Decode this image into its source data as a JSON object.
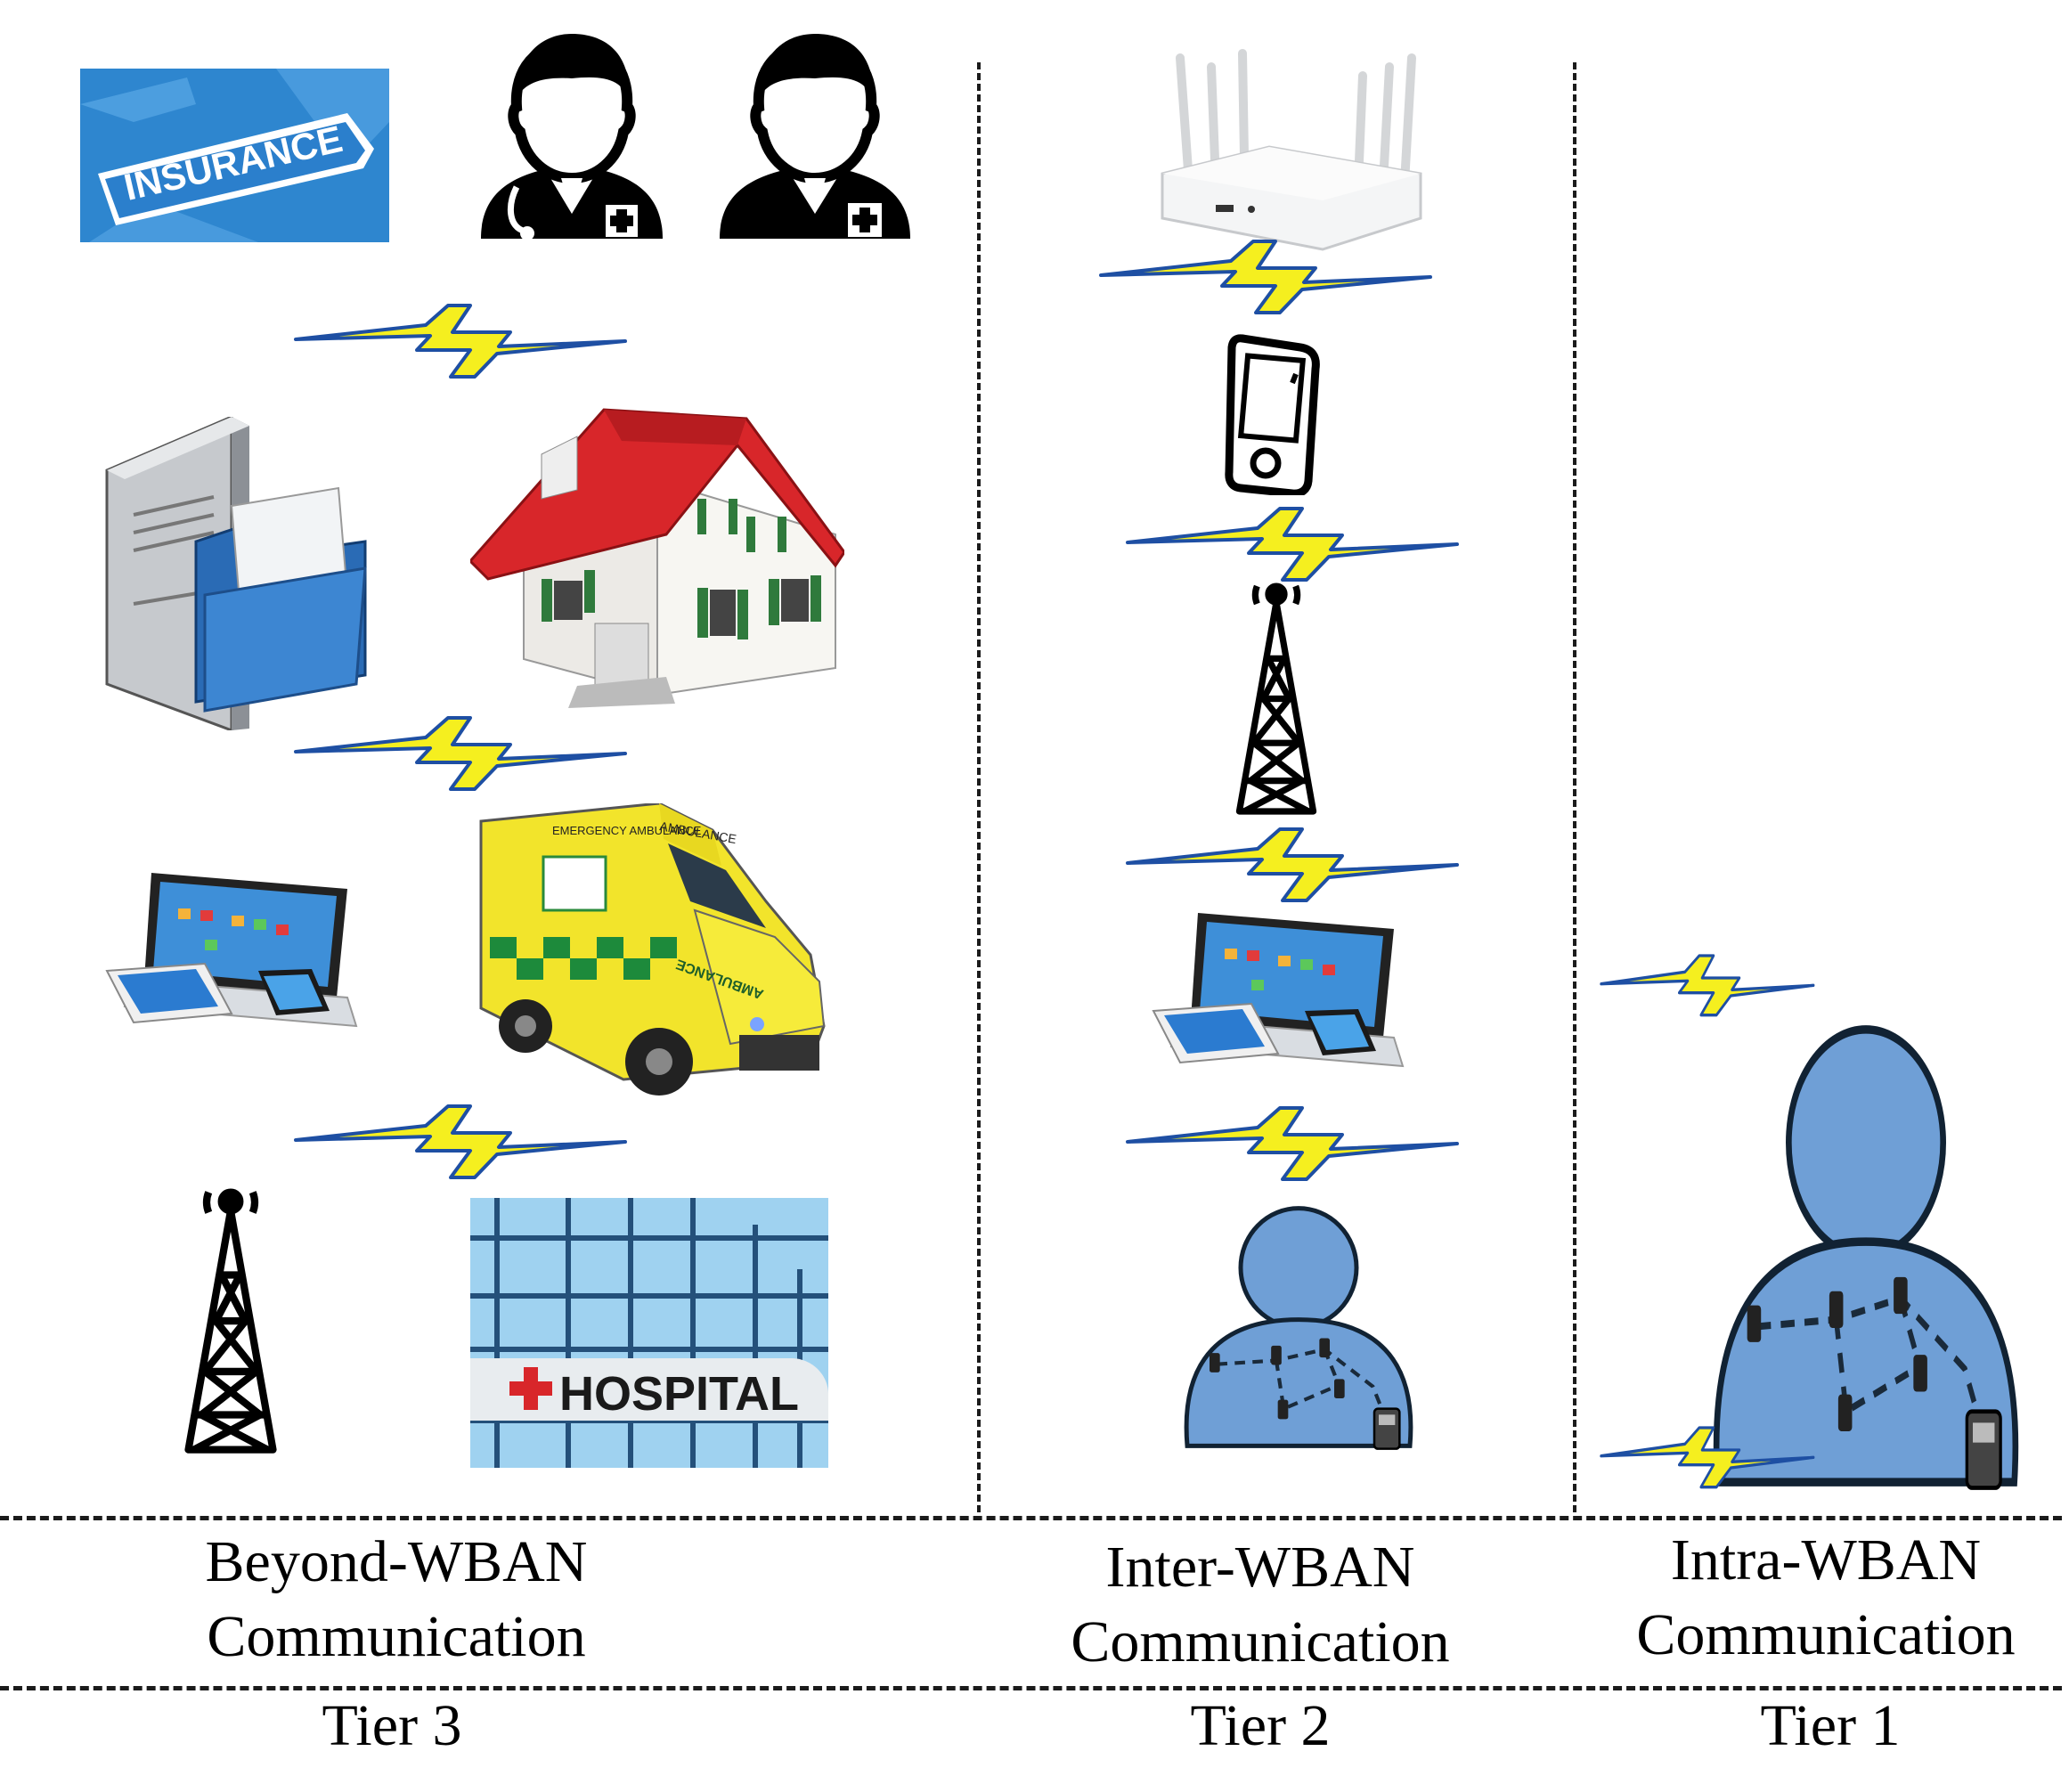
{
  "columns": [
    {
      "id": "tier3",
      "caption_line1": "Beyond-WBAN",
      "caption_line2": "Communication",
      "tier": "Tier 3"
    },
    {
      "id": "tier2",
      "caption_line1": "Inter-WBAN",
      "caption_line2": "Communication",
      "tier": "Tier 2"
    },
    {
      "id": "tier1",
      "caption_line1": "Intra-WBAN",
      "caption_line2": "Communication",
      "tier": "Tier 1"
    }
  ],
  "pictures": {
    "insurance_label": "INSURANCE",
    "hospital_label": "HOSPITAL",
    "ambulance_side_label": "EMERGENCY AMBULANCE",
    "ambulance_top_label": "AMBULANCE",
    "ambulance_hood_label": "AMBULANCE"
  },
  "icons": [
    "insurance-icon",
    "doctor-icon",
    "medical-staff-icon",
    "server-icon",
    "house-icon",
    "laptop-devices-icon",
    "ambulance-icon",
    "cell-tower-icon",
    "hospital-icon",
    "wifi-router-icon",
    "pda-icon",
    "wban-body-icon",
    "wireless-link-icon"
  ],
  "colors": {
    "link_yellow": "#f5ef1f",
    "link_blue": "#1e4fa3",
    "body_blue": "#6f9fd6",
    "roof_red": "#d8262a"
  }
}
